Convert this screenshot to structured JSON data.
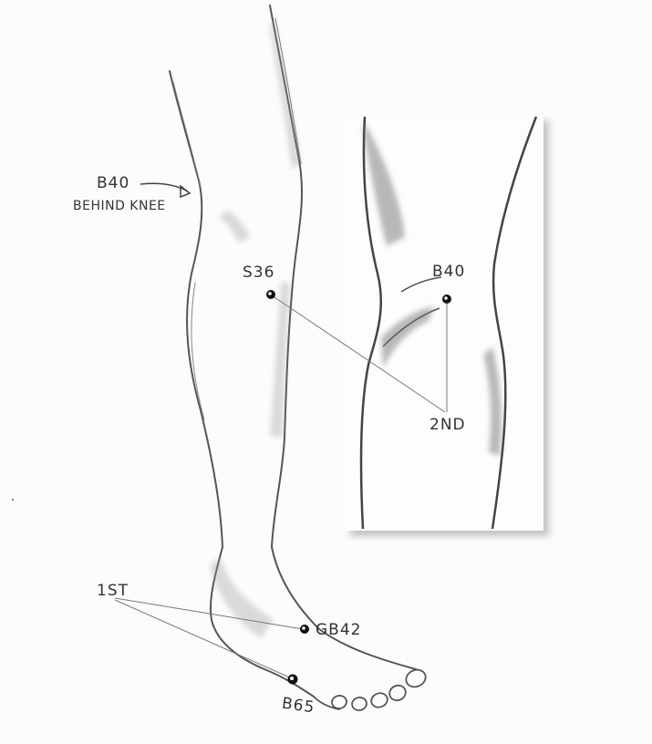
{
  "labels": {
    "b40_main": "B40",
    "behind_knee": "BEHIND KNEE",
    "s36": "S36",
    "b40_inset": "B40",
    "second": "2ND",
    "first": "1ST",
    "gb42": "GB42",
    "b65": "B65"
  },
  "colors": {
    "pencil": "#555555",
    "shade": "#8a8a8a",
    "point": "#111111"
  }
}
